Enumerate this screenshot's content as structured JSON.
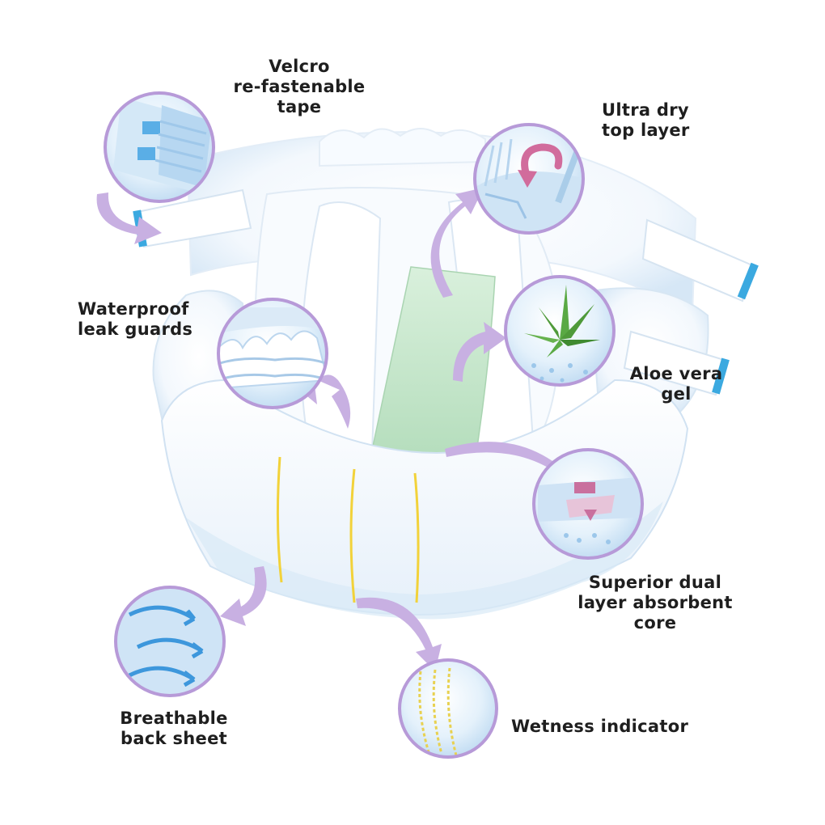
{
  "labels": {
    "velcro": [
      "Velcro",
      "re-fastenable",
      "tape"
    ],
    "ultra_dry": [
      "Ultra dry",
      "top layer"
    ],
    "leak_guards": [
      "Waterproof",
      "leak guards"
    ],
    "aloe": [
      "Aloe vera",
      "gel"
    ],
    "core": [
      "Superior dual",
      "layer absorbent",
      "core"
    ],
    "back_sheet": [
      "Breathable",
      "back sheet"
    ],
    "wetness": [
      "Wetness indicator"
    ]
  },
  "colors": {
    "text": "#1e1e1e",
    "circle_border": "#b79ad8",
    "arrow": "#c8b0e2",
    "diaper_shadow": "#d4e6f6",
    "core_pad": "#bfe3c6",
    "indicator_line": "#f2d23a",
    "tape_edge": "#3ba9e0",
    "aloe": "#4f9a3a"
  },
  "icons": [
    "velcro-tape-icon",
    "top-layer-icon",
    "leak-guard-icon",
    "aloe-leaf-icon",
    "absorbent-core-icon",
    "back-sheet-icon",
    "wetness-indicator-icon"
  ]
}
